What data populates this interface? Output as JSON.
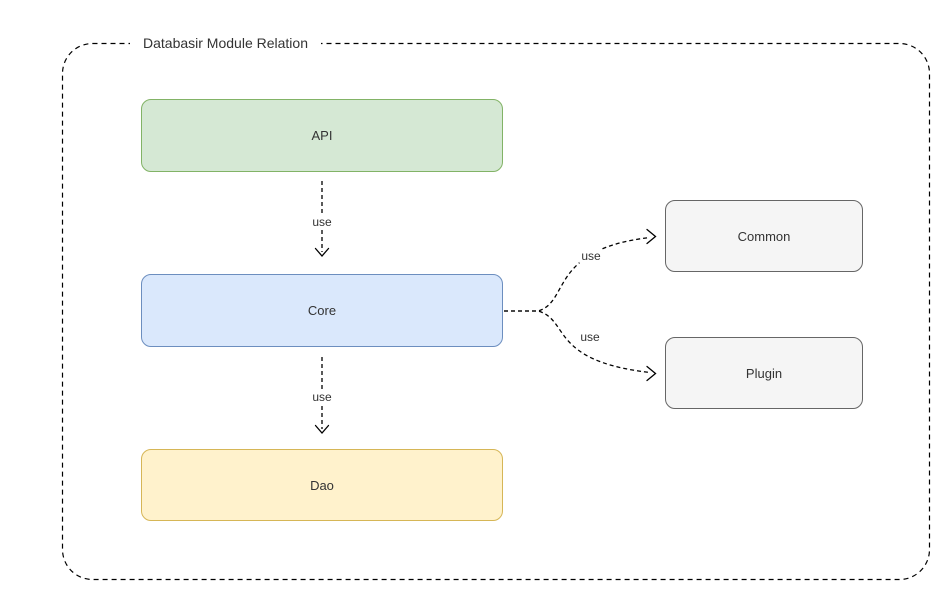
{
  "diagram": {
    "title": "Databasir Module Relation",
    "nodes": [
      {
        "id": "api",
        "label": "API",
        "fill": "#d5e8d4",
        "stroke": "#82b366"
      },
      {
        "id": "core",
        "label": "Core",
        "fill": "#dae8fc",
        "stroke": "#6c8ebf"
      },
      {
        "id": "dao",
        "label": "Dao",
        "fill": "#fff2cc",
        "stroke": "#d6b656"
      },
      {
        "id": "common",
        "label": "Common",
        "fill": "#f5f5f5",
        "stroke": "#666666"
      },
      {
        "id": "plugin",
        "label": "Plugin",
        "fill": "#f5f5f5",
        "stroke": "#666666"
      }
    ],
    "edges": [
      {
        "from": "API",
        "to": "Core",
        "label": "use"
      },
      {
        "from": "Core",
        "to": "Dao",
        "label": "use"
      },
      {
        "from": "Core",
        "to": "Common",
        "label": "use"
      },
      {
        "from": "Core",
        "to": "Plugin",
        "label": "use"
      }
    ],
    "line_color": "#000000",
    "background_color": "#ffffff"
  }
}
